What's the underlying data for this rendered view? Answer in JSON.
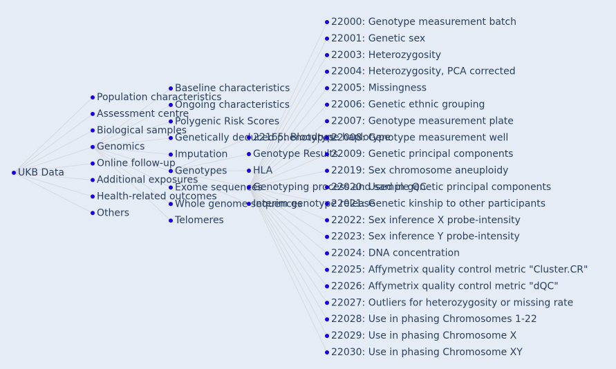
{
  "tree": {
    "root": "UKB Data",
    "level1": [
      "Population characteristics",
      "Assessment centre",
      "Biological samples",
      "Genomics",
      "Online follow-up",
      "Additional exposures",
      "Health-related outcomes",
      "Others"
    ],
    "genomics_children": [
      "Baseline characteristics",
      "Ongoing characteristics",
      "Polygenic Risk Scores",
      "Genetically deduced phenotypes",
      "Imputation",
      "Genotypes",
      "Exome sequences",
      "Whole genome sequences",
      "Telomeres"
    ],
    "genotypes_children": [
      "22165: Bloodtype haplotype",
      "Genotype Results",
      "HLA",
      "Genotyping process and sample QC",
      "Interim genotype release"
    ],
    "qc_children": [
      "22000: Genotype measurement batch",
      "22001: Genetic sex",
      "22003: Heterozygosity",
      "22004: Heterozygosity, PCA corrected",
      "22005: Missingness",
      "22006: Genetic ethnic grouping",
      "22007: Genotype measurement plate",
      "22008: Genotype measurement well",
      "22009: Genetic principal components",
      "22019: Sex chromosome aneuploidy",
      "22020: Used in genetic principal components",
      "22021: Genetic kinship to other participants",
      "22022: Sex inference X probe-intensity",
      "22023: Sex inference Y probe-intensity",
      "22024: DNA concentration",
      "22025: Affymetrix quality control metric \"Cluster.CR\"",
      "22026: Affymetrix quality control metric \"dQC\"",
      "22027: Outliers for heterozygosity or missing rate",
      "22028: Use in phasing Chromosomes 1-22",
      "22029: Use in phasing Chromosome X",
      "22030: Use in phasing Chromosome XY"
    ]
  },
  "colors": {
    "background": "#e5ecf6",
    "node": "#1a00e0",
    "edge": "#d6d9de",
    "text": "#2a3f5f"
  }
}
